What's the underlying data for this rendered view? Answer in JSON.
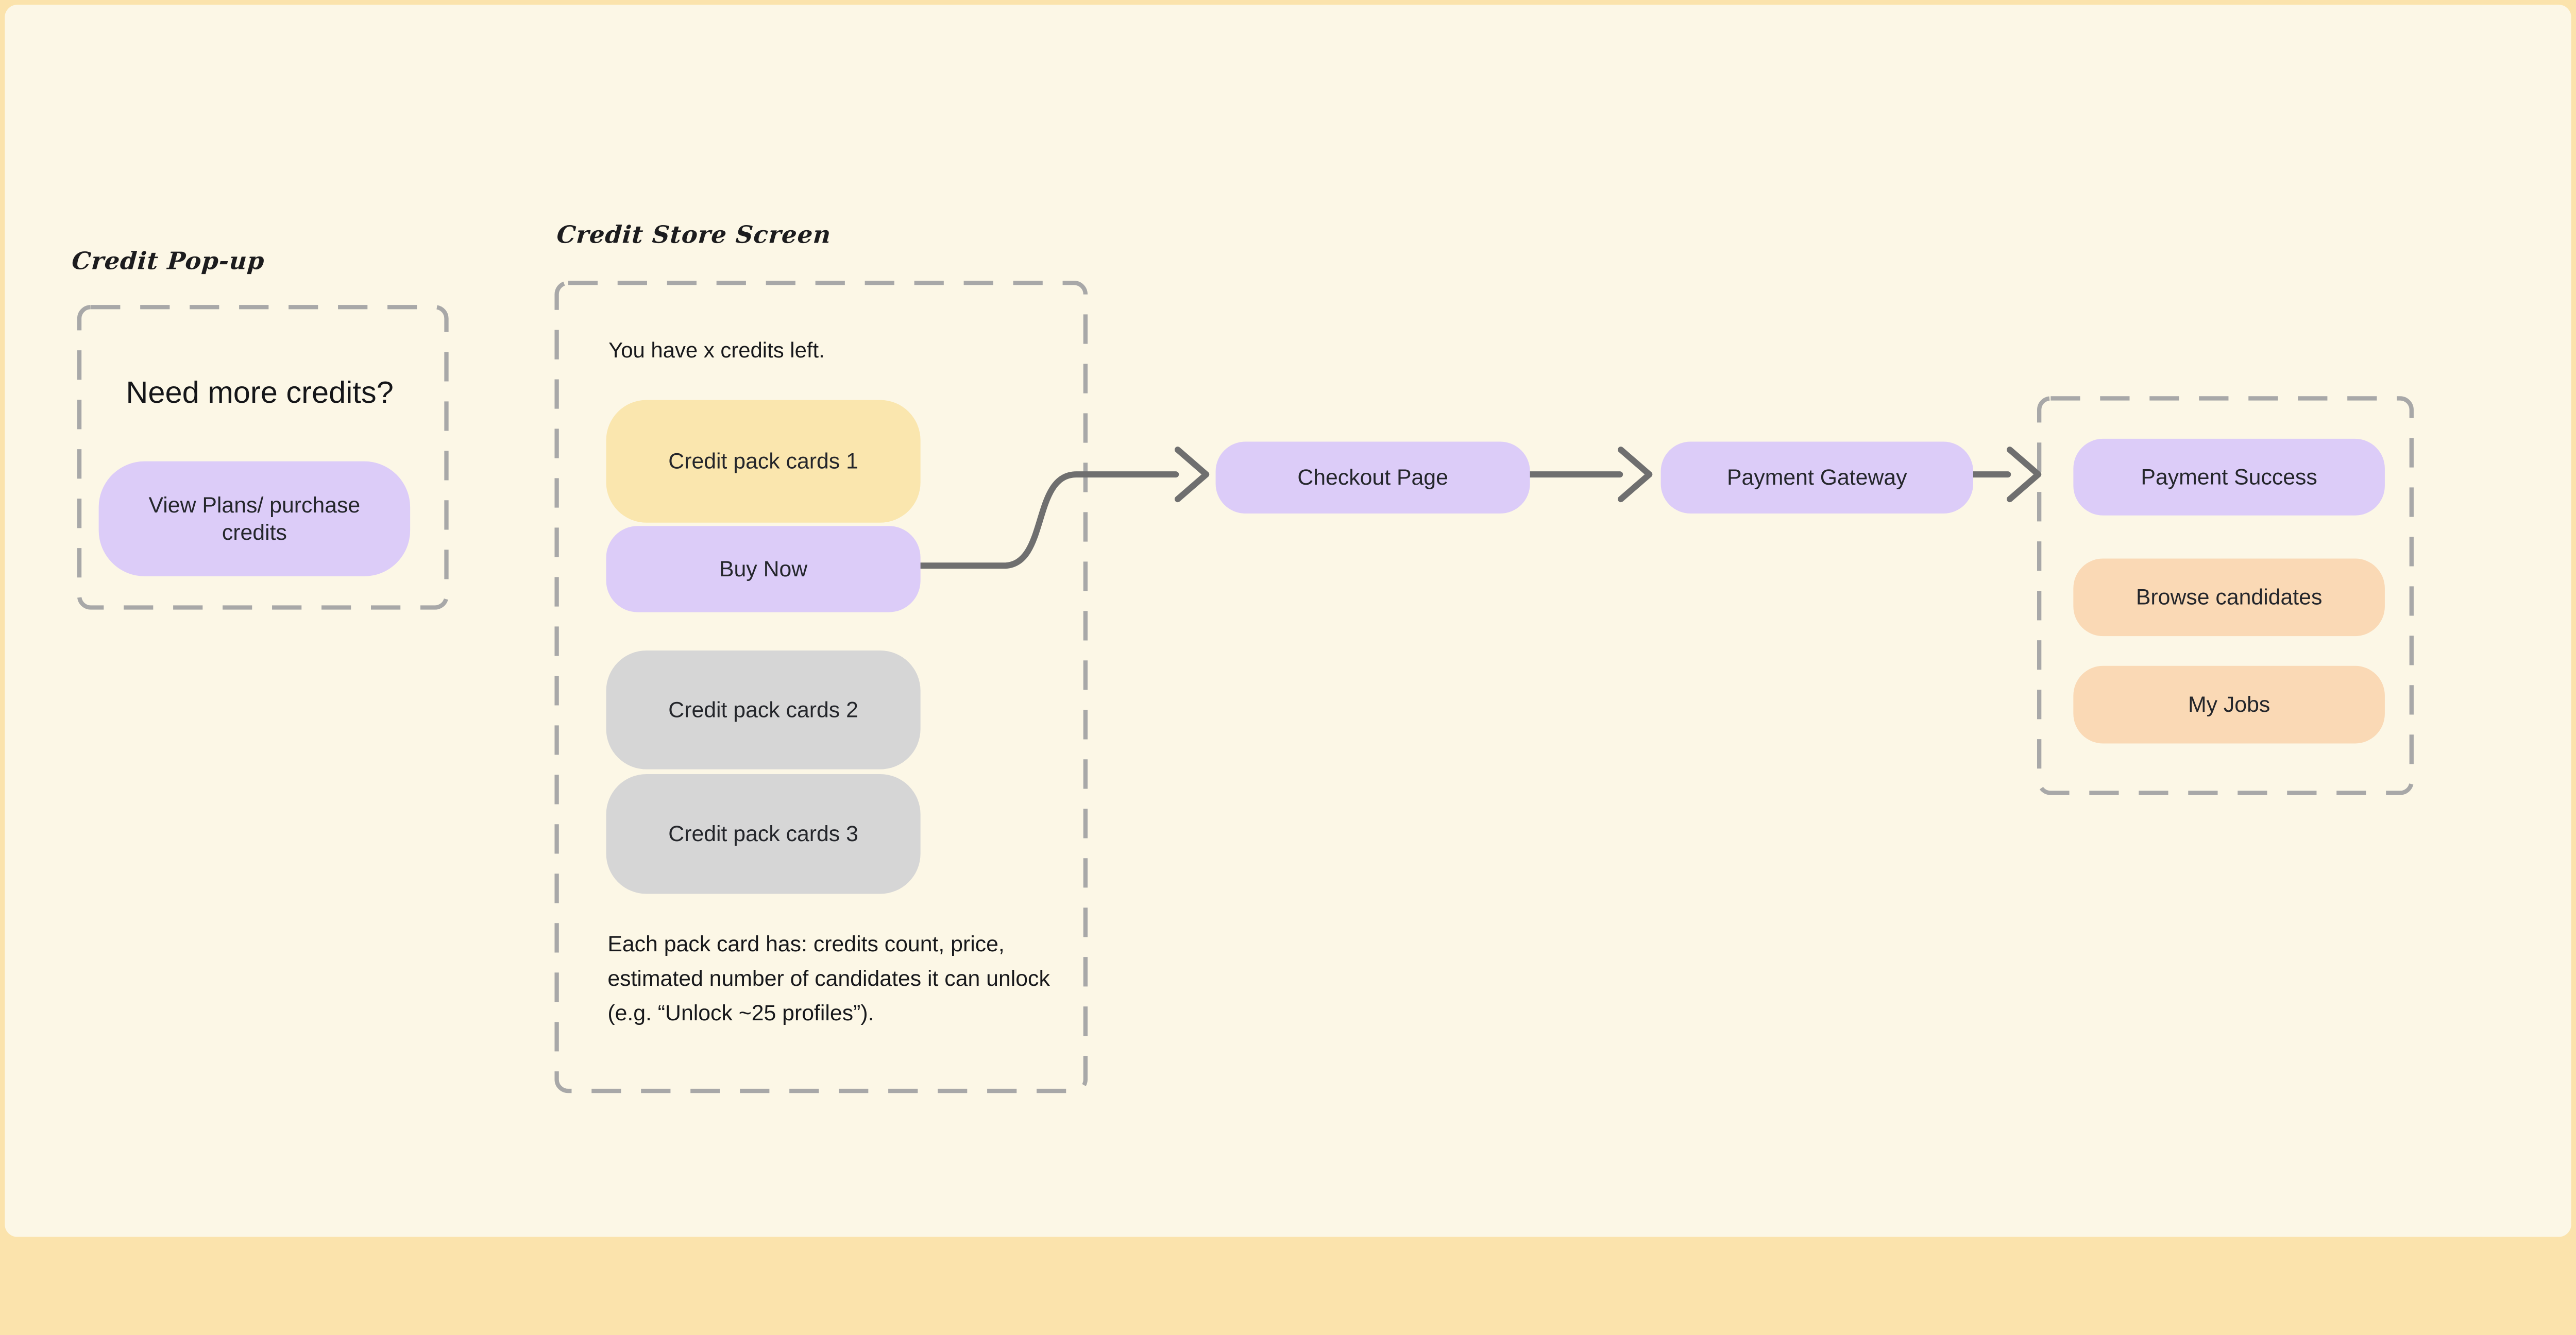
{
  "colors": {
    "page_border": "#FBE3AC",
    "canvas_bg": "#FCF7E6",
    "dashed_frame": "#A8A8A8",
    "connector": "#6F6F6F",
    "purple_node": "#DCCCF8",
    "yellow_node": "#FAE6AE",
    "gray_node": "#D6D6D6",
    "peach_node": "#FAD9B5"
  },
  "credit_popup": {
    "label": "Credit Pop-up",
    "heading": "Need more credits?",
    "button_label": "View Plans/ purchase credits"
  },
  "credit_store": {
    "label": "Credit Store Screen",
    "credits_note": "You have x credits left.",
    "cards": [
      {
        "label": "Credit pack cards 1"
      },
      {
        "label": "Buy Now"
      },
      {
        "label": "Credit pack cards 2"
      },
      {
        "label": "Credit pack cards 3"
      }
    ],
    "description": "Each pack card has: credits count, price, estimated number of candidates it can unlock (e.g. “Unlock ~25 profiles”)."
  },
  "flow": {
    "checkout": "Checkout Page",
    "gateway": "Payment Gateway"
  },
  "post_payment": {
    "success": "Payment Success",
    "browse": "Browse candidates",
    "my_jobs": "My Jobs"
  }
}
